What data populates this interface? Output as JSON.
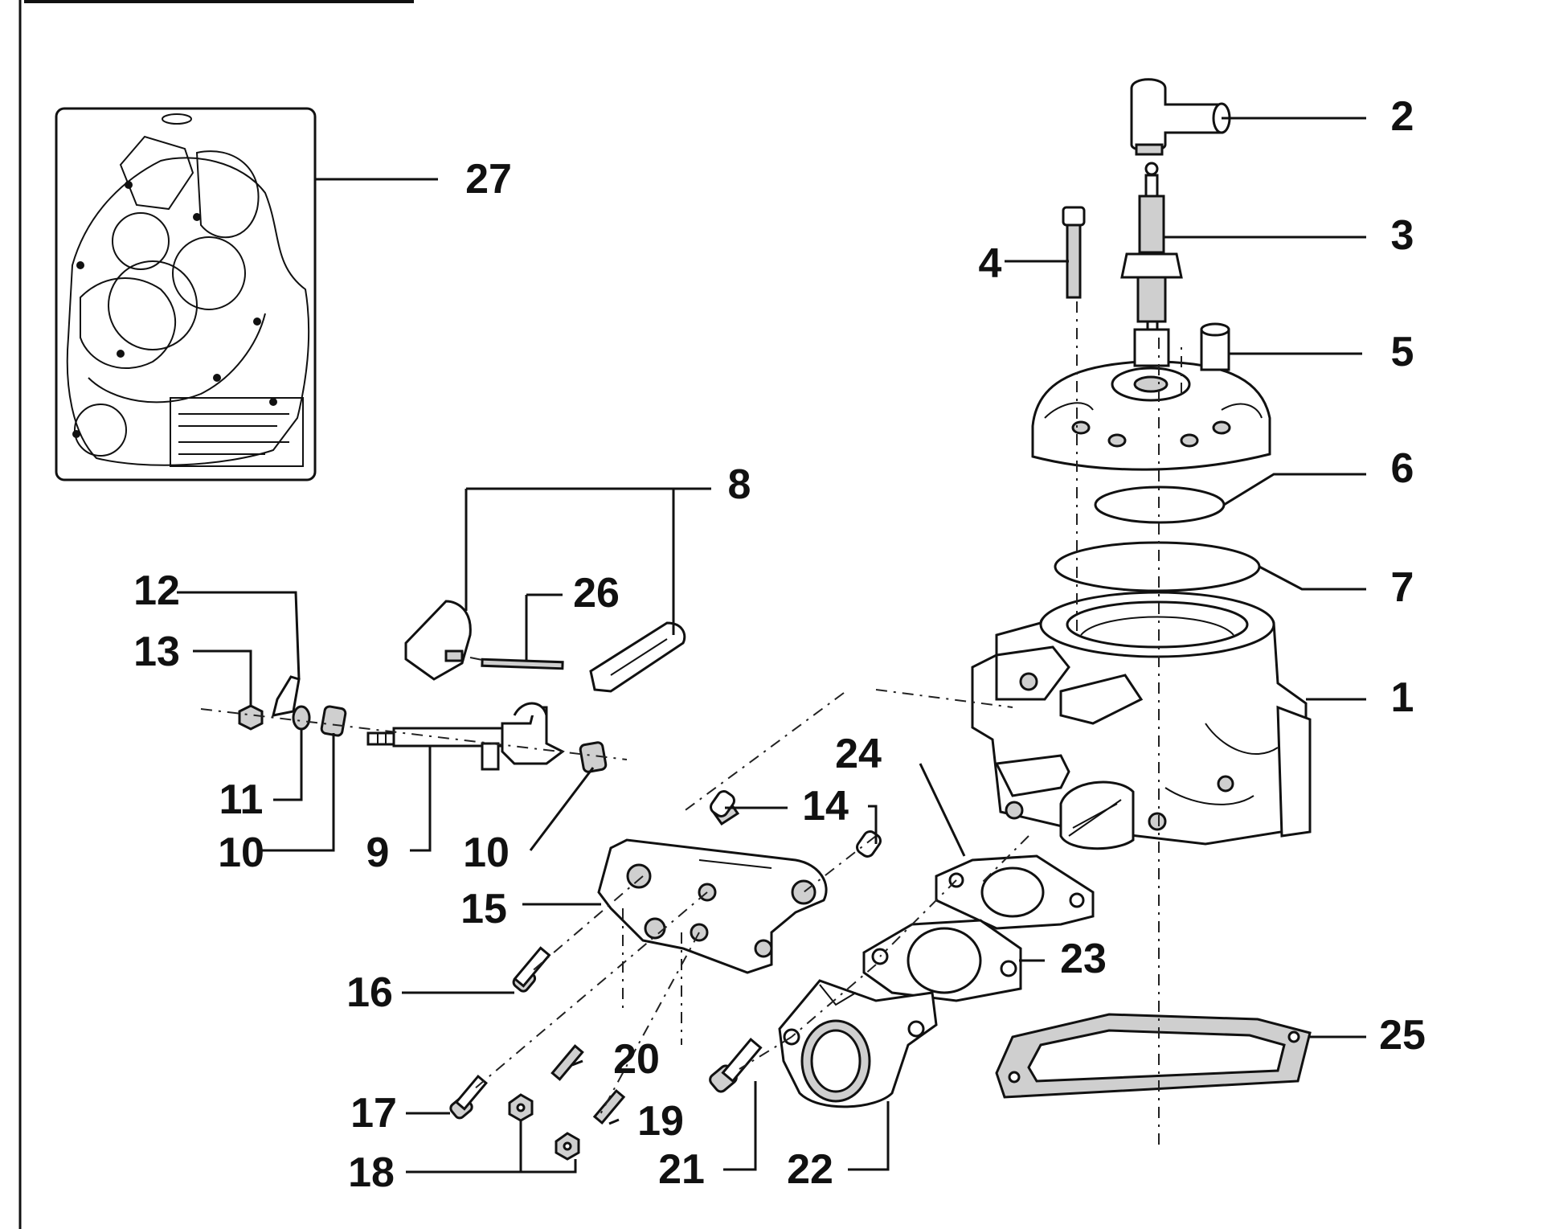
{
  "labels": [
    {
      "id": "1",
      "text": "1"
    },
    {
      "id": "2",
      "text": "2"
    },
    {
      "id": "3",
      "text": "3"
    },
    {
      "id": "4",
      "text": "4"
    },
    {
      "id": "5",
      "text": "5"
    },
    {
      "id": "6",
      "text": "6"
    },
    {
      "id": "7",
      "text": "7"
    },
    {
      "id": "8",
      "text": "8"
    },
    {
      "id": "9",
      "text": "9"
    },
    {
      "id": "10a",
      "text": "10"
    },
    {
      "id": "10b",
      "text": "10"
    },
    {
      "id": "11",
      "text": "11"
    },
    {
      "id": "12",
      "text": "12"
    },
    {
      "id": "13",
      "text": "13"
    },
    {
      "id": "14",
      "text": "14"
    },
    {
      "id": "15",
      "text": "15"
    },
    {
      "id": "16",
      "text": "16"
    },
    {
      "id": "17",
      "text": "17"
    },
    {
      "id": "18",
      "text": "18"
    },
    {
      "id": "19",
      "text": "19"
    },
    {
      "id": "20",
      "text": "20"
    },
    {
      "id": "21",
      "text": "21"
    },
    {
      "id": "22",
      "text": "22"
    },
    {
      "id": "23",
      "text": "23"
    },
    {
      "id": "24",
      "text": "24"
    },
    {
      "id": "25",
      "text": "25"
    },
    {
      "id": "26",
      "text": "26"
    },
    {
      "id": "27",
      "text": "27"
    }
  ],
  "colors": {
    "ink": "#111111",
    "paper": "#ffffff",
    "shade": "#cfcfcf"
  }
}
